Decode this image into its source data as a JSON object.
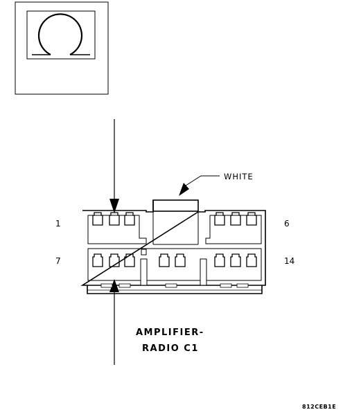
{
  "connector": {
    "wire_color": "WHITE",
    "pin_labels": {
      "top_left": "1",
      "top_right": "6",
      "bottom_left": "7",
      "bottom_right": "14"
    },
    "name_line1": "AMPLIFIER-",
    "name_line2": "RADIO C1"
  },
  "figure_code": "812CEB1E",
  "icons": {
    "inset": "connector-end-view-icon",
    "arrow": "arrow-down-icon"
  }
}
